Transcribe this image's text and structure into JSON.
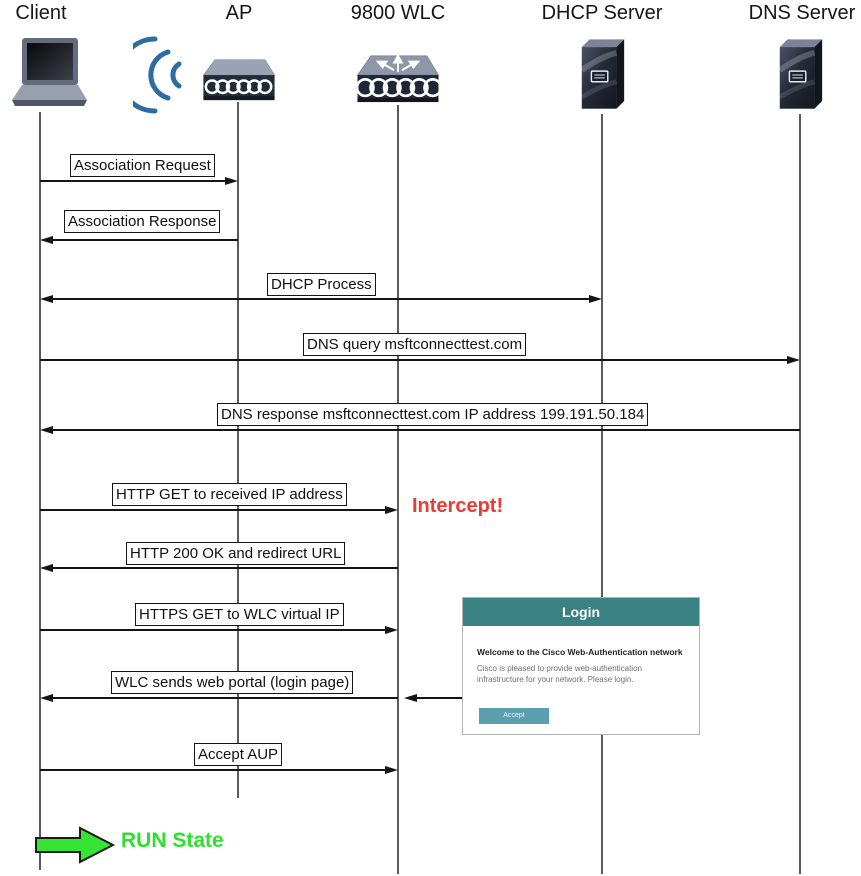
{
  "diagram": {
    "actors": [
      {
        "label": "Client",
        "icon": "laptop-icon"
      },
      {
        "label": "AP",
        "icon": "access-point-icon"
      },
      {
        "label": "9800 WLC",
        "icon": "wireless-lan-controller-icon"
      },
      {
        "label": "DHCP Server",
        "icon": "server-icon"
      },
      {
        "label": "DNS Server",
        "icon": "server-icon"
      }
    ],
    "wifi_icon": "wifi-waves-icon",
    "messages": [
      {
        "label": "Association Request",
        "from": "Client",
        "to": "AP"
      },
      {
        "label": "Association Response",
        "from": "AP",
        "to": "Client"
      },
      {
        "label": "DHCP Process",
        "from": "Client",
        "to": "DHCP Server",
        "bidirectional": true
      },
      {
        "label": "DNS query msftconnecttest.com",
        "from": "Client",
        "to": "DNS Server"
      },
      {
        "label": "DNS response  msftconnecttest.com IP address 199.191.50.184",
        "from": "DNS Server",
        "to": "Client"
      },
      {
        "label": "HTTP GET to received IP address",
        "from": "Client",
        "to": "9800 WLC"
      },
      {
        "label": "HTTP 200 OK and redirect URL",
        "from": "9800 WLC",
        "to": "Client"
      },
      {
        "label": "HTTPS GET to WLC virtual IP",
        "from": "Client",
        "to": "9800 WLC"
      },
      {
        "label": "WLC sends web portal (login page)",
        "from": "9800 WLC",
        "to": "Client"
      },
      {
        "label": "Accept AUP",
        "from": "Client",
        "to": "9800 WLC"
      }
    ],
    "annotations": {
      "intercept": "Intercept!",
      "run_state": "RUN State",
      "run_state_icon": "block-arrow-right-icon"
    },
    "portal": {
      "title": "Login",
      "heading": "Welcome to the Cisco Web-Authentication network",
      "body": "Cisco is pleased to provide web-authentication infrastructure for your network. Please login.",
      "accept_button": "Accept"
    },
    "colors": {
      "intercept_red": "#ee3a34",
      "run_state_green": "#2ee02e",
      "run_arrow_fill": "#35e435",
      "portal_header_teal": "#3a8183",
      "portal_button_teal": "#5c9fb1",
      "wifi_blue": "#2d6ca3",
      "arrow_black": "#151515",
      "lifeline_gray": "#5b5b5b"
    }
  }
}
